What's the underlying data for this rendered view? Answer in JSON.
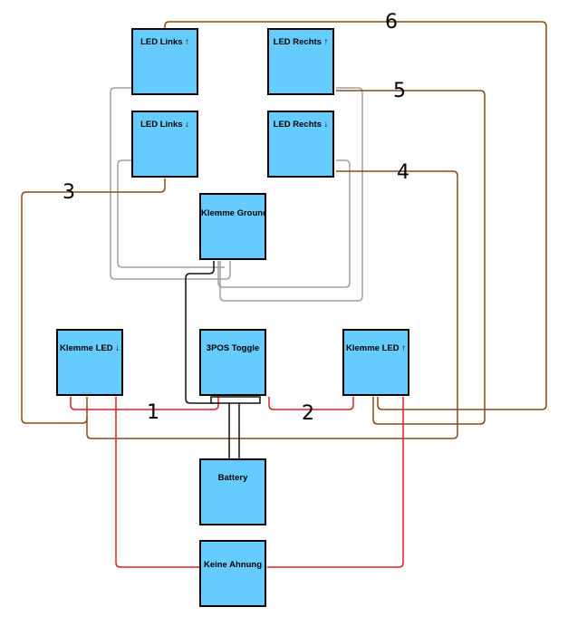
{
  "nodes": {
    "led_links_up": "LED Links ↑",
    "led_rechts_up": "LED Rechts ↑",
    "led_links_down": "LED Links ↓",
    "led_rechts_down": "LED Rechts ↓",
    "klemme_ground": "Klemme Ground",
    "klemme_led_down": "Klemme LED ↓",
    "toggle": "3POS Toggle",
    "klemme_led_up": "Klemme LED ↑",
    "battery": "Battery",
    "keine_ahnung": "Keine Ahnung"
  },
  "wire_labels": {
    "w1": "1",
    "w2": "2",
    "w3": "3",
    "w4": "4",
    "w5": "5",
    "w6": "6"
  },
  "colors": {
    "node_fill": "#66ccff",
    "node_border": "#000000",
    "wire_red": "#e02020",
    "wire_brown": "#8b4a0f",
    "wire_gray": "#a0a0a0",
    "wire_black": "#111111"
  }
}
